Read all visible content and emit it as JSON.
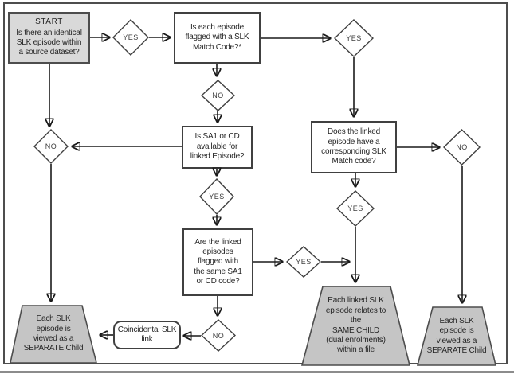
{
  "nodes": {
    "start": {
      "title": "START",
      "text": "Is there an identical\nSLK episode within\na source dataset?"
    },
    "q_flagged": {
      "text": "Is each episode\nflagged with a SLK\nMatch Code?*"
    },
    "q_sa1": {
      "text": "Is SA1 or CD\navailable for\nlinked Episode?"
    },
    "q_linked_code": {
      "text": "Does the linked\nepisode have a\ncorresponding SLK\nMatch code?"
    },
    "q_same_code": {
      "text": "Are the linked\nepisodes\nflagged with\nthe same SA1\nor CD code?"
    },
    "coincidental_link": {
      "text": "Coincidental SLK\nlink"
    },
    "outcome_separate_left": {
      "text": "Each SLK\nepisode is\nviewed as a\nSEPARATE Child"
    },
    "outcome_same_child": {
      "text": "Each linked SLK\nepisode relates to\nthe\nSAME CHILD\n(dual enrolments)\nwithin a file"
    },
    "outcome_separate_right": {
      "text": "Each SLK\nepisode is\nviewed as a\nSEPARATE Child"
    }
  },
  "decision_labels": {
    "yes_top_left": "YES",
    "yes_top_right": "YES",
    "no_below_flagged": "NO",
    "no_left": "NO",
    "no_right": "NO",
    "yes_below_sa1": "YES",
    "yes_below_linked": "YES",
    "yes_right_of_same": "YES",
    "no_below_same": "NO"
  },
  "colors": {
    "background": "#ffffff",
    "start_fill": "#d9d9d9",
    "outcome_fill": "#c5c5c5",
    "shape_border": "#404040",
    "connector": "#1a1a1a",
    "frame_border": "#4d4d4d"
  }
}
